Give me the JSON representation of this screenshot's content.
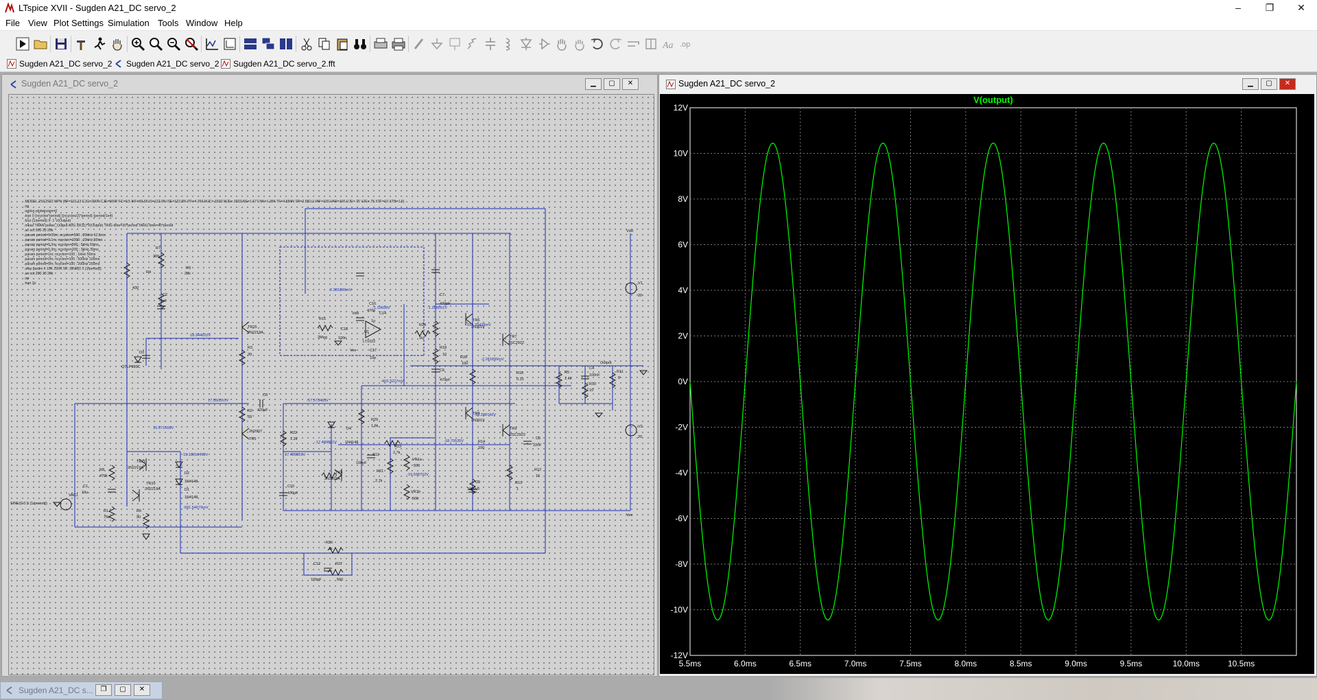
{
  "app": {
    "title": "LTspice XVII - Sugden A21_DC servo_2",
    "minimize": "–",
    "maximize": "❐",
    "close": "✕"
  },
  "menu": [
    "File",
    "View",
    "Plot Settings",
    "Simulation",
    "Tools",
    "Window",
    "Help"
  ],
  "tabs": [
    {
      "label": "Sugden A21_DC servo_2",
      "icon": "waveform-icon"
    },
    {
      "label": "Sugden A21_DC servo_2",
      "icon": "schematic-icon"
    },
    {
      "label": "Sugden A21_DC servo_2.fft",
      "icon": "waveform-icon"
    }
  ],
  "schematic_window": {
    "title": "Sugden A21_DC servo_2",
    "directives": [
      ".MODEL 2SC2922 NPN (BF=110,13 CJC=200P CJE=500P FC=0.5 IKF=99.99 IS=122.9N ISE=122.9N ITF=4.766 MJC=.3333 MJE=.3333 NE=1.677 NK=1.384 TF=4.584N TR=2.581U VAF=100 VAR=100 VJC=.75 VJE=.75 XTF=10 XTB=1.5)",
      ".op",
      ".option plotwinsize=0",
      ".tran 0 {ncycles*period} {(ncycles/2)*period} {period/1e4}",
      ".four {1/period} 9 -1 V(Output)",
      ".meas TRAN power_Output AVG I(R11)*V(Output) TRIG time=20*period TARG time=40*period",
      ".ac oct 500 20 20k",
      ".param period=0.05m; ncycles=500 ; 20kHz 12.5ms",
      ".param period=0.1m; ncycles=1000 ; 10kHz 50ms",
      ".param period=0.2m; ncycles=500 ; 5kHz 50ms",
      ".param period=0.3m; ncycles=200 ; 3kHz 30ms",
      ".param period=1m; ncycles=100 ; 1kHz 50ms",
      ".param period=2m; ncycles=100 ; 500Hz 100ms",
      ".param period=5m; ncycles=100 ; 200Hz 250ms",
      ".step param x 10K 220K 5K ;SINE(0 1 {1/period})",
      ".ac oct 200 20 20k",
      ".op",
      ".tran 2s"
    ],
    "labels": {
      "vdd": "Vdd",
      "vee": "Vee",
      "output": "Output",
      "v1": "V1",
      "v1v": "20",
      "v2": "V2",
      "v2v": "20",
      "vac1": "VAC1",
      "vac_src": "SINE(0 0.5 {1/period})",
      "r7": "R7",
      "r7v": "300",
      "r4": "R4",
      "r4v": "430",
      "c2": "C2",
      "c2v": "1nF",
      "r9": "R9",
      "r9v": "20k",
      "d3": "D3",
      "d3v": "QTLP690C",
      "tr15": "TR15",
      "tr15m": "2N2219A",
      "r3": "R3",
      "r3v": "39",
      "r2": "R2",
      "r2v": "39",
      "tr5": "TR5",
      "tr5m": "2N2907",
      "c8": "C8",
      "c8v": "420pF",
      "r8": "R8",
      "r8v": "470k",
      "tr11": "TR11",
      "tr11m": "2N2219A",
      "tr10": "TR10",
      "tr10m": "2N2219A",
      "c1": "C1",
      "c1v": "10u",
      "r1": "R1",
      "r1v": "75k",
      "r6": "R6",
      "r6v": "90",
      "d2": "D2",
      "d2m": "1N4148",
      "d1": "D1",
      "d1m": "1N4148",
      "r22": "R22",
      "r22v": "1.2k",
      "c10": "C10",
      "c10v": "470pF",
      "d4": "D4",
      "d4m": "1N4148",
      "tr4": "TR4",
      "tr4m": "2N3391A",
      "c11": "C11",
      "c11v": "100pF",
      "r21": "R21",
      "r21v": "2.7k",
      "r23": "R23",
      "r23v": "2.7k",
      "r29": "R29",
      "r29v": "1.6k",
      "vr1a": "VR1a",
      "vr1av": "500",
      "vr1b": "VR1b",
      "vr1bv": "500",
      "r15": "R15",
      "r15v": "2Meg",
      "c16": "C16",
      "c16v": "470p",
      "c14": "C14",
      "c14v": "1u",
      "c18": "C18",
      "c18v": "100n",
      "u1": "U1",
      "u1m": "LT1022",
      "c17": "C17",
      "c17v": "10p",
      "vdd2": "Vdd",
      "vee2": "Vee",
      "r24": "R24",
      "r24v": "1k",
      "c7": "C7",
      "c7v": "470pF",
      "c6": "C6",
      "c6v": "470pF",
      "r18": "R18",
      "r18v": "10",
      "r28": "R28",
      "r28v": "100",
      "tr6": "TR6",
      "tr6m": "2N3019",
      "tr7": "TR7",
      "tr7m": "2SC2922",
      "tr8": "TR8",
      "tr8m": "2N3019",
      "tr9": "TR9",
      "tr9m": "2SC2922",
      "r14": "R14",
      "r14v": "100",
      "c9": "C9",
      "c9v": "1000uF",
      "r13": "R13",
      "r13v": "1",
      "r12": "R12",
      "r12v": "10",
      "c5": "C5",
      "c5v": "22nF",
      "r16": "R16",
      "r16v": "0.31",
      "r5": "R5",
      "r5v": "1.4k",
      "c4": "C4",
      "c4v": "100nF",
      "r10": "R10",
      "r10v": "10",
      "r11": "R11",
      "r11v": "8",
      "r26": "R26",
      "r26v": "1k",
      "c12": "C12",
      "c12v": "100pF",
      "r27": "R27",
      "r27v": "560"
    },
    "node_voltages": [
      "18.344622V",
      "17.550551V",
      "16.571566V",
      "19.18010499V",
      "-691.54079mV",
      "-17.573463V",
      "-17.489851V",
      "17.489851V",
      "-403.3227mV",
      "-18.70535V",
      "-18.288742V",
      "-19.598702V",
      "2.281899mV",
      "-1.19699V",
      "-1.288551V",
      "-2.281899mV",
      "614.20439mV"
    ]
  },
  "plot_window": {
    "title": "Sugden A21_DC servo_2",
    "trace_label": "V(output)",
    "trace_color": "#00ff00",
    "grid": true
  },
  "chart_data": {
    "type": "line",
    "title": "",
    "series": [
      {
        "name": "V(output)",
        "description": "sinusoid, amplitude ~10.45V, period 1ms, peaks at 6.25ms, 7.25ms, 8.25ms, 9.25ms, 10.25ms",
        "amplitude": 10.45,
        "period_ms": 1.0,
        "first_peak_ms": 6.25,
        "peaks_ms": [
          6.25,
          7.25,
          8.25,
          9.25,
          10.25
        ],
        "troughs_ms": [
          5.75,
          6.75,
          7.75,
          8.75,
          9.75,
          10.75
        ]
      }
    ],
    "x_ticks": [
      "5.5ms",
      "6.0ms",
      "6.5ms",
      "7.0ms",
      "7.5ms",
      "8.0ms",
      "8.5ms",
      "9.0ms",
      "9.5ms",
      "10.0ms",
      "10.5ms"
    ],
    "y_ticks": [
      "12V",
      "10V",
      "8V",
      "6V",
      "4V",
      "2V",
      "0V",
      "-2V",
      "-4V",
      "-6V",
      "-8V",
      "-10V",
      "-12V"
    ],
    "xlim_ms": [
      5.5,
      11.0
    ],
    "ylim": [
      -12,
      12
    ],
    "xlabel": "",
    "ylabel": ""
  },
  "minimized_window": {
    "title": "Sugden A21_DC s..."
  }
}
